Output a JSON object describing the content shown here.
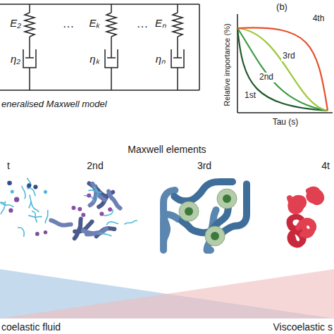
{
  "diagram": {
    "labels": [
      "E₂",
      "···",
      "Eₖ",
      "···",
      "Eₙ",
      "η₂",
      "ηₖ",
      "ηₙ",
      "eneralised Maxwell model",
      "(b)",
      "Relative importance (%)",
      "Tau (s)",
      "4th",
      "3rd",
      "2nd",
      "1st",
      "Maxwell elements",
      "t",
      "2nd",
      "3rd",
      "4t",
      "coelastic fluid",
      "Viscoelastic s"
    ]
  }
}
